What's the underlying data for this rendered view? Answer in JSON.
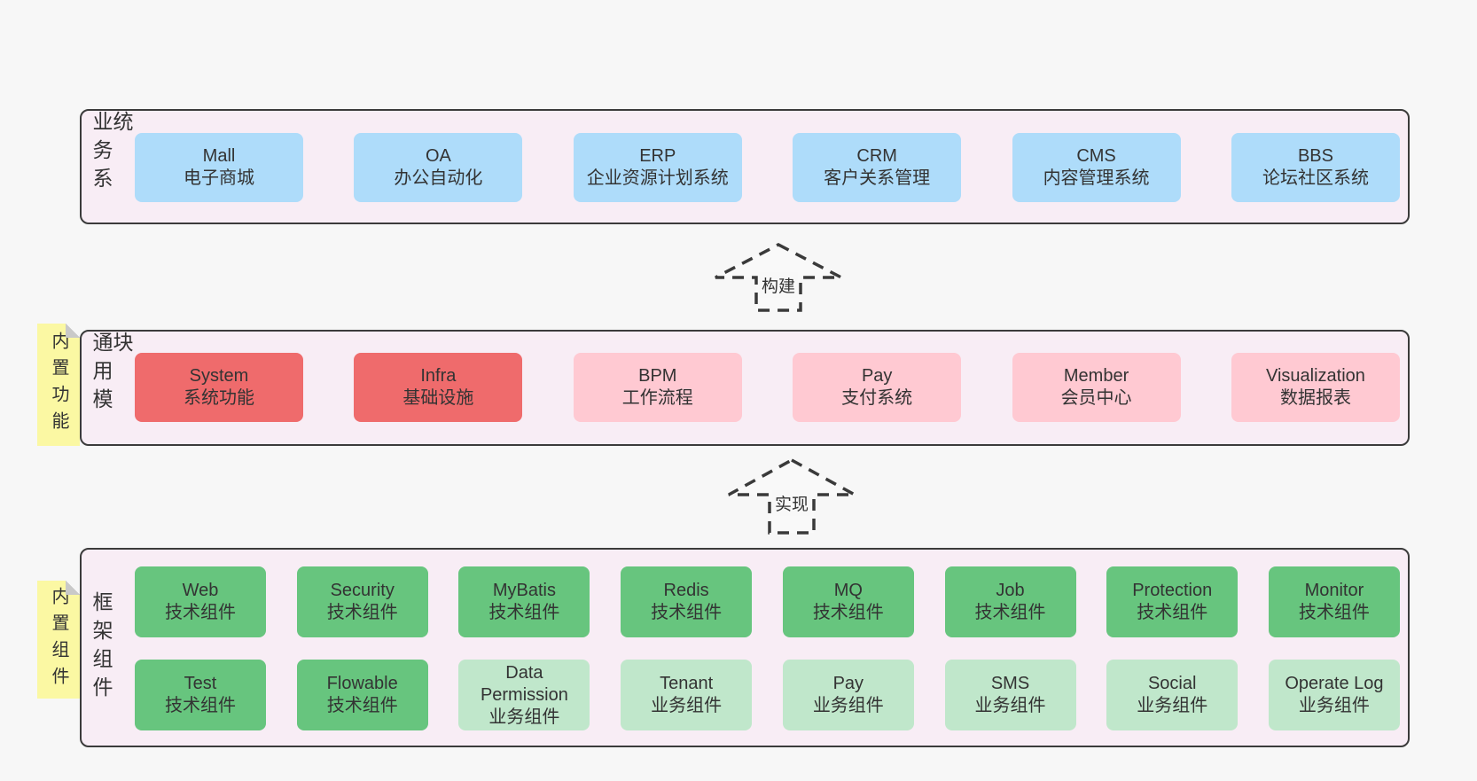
{
  "colors": {
    "page_bg": "#f7f7f7",
    "section_bg": "#f8edf5",
    "section_border": "#3b3b3b",
    "blue_card": "#aedcfa",
    "red_card": "#ef6b6c",
    "pink_card": "#ffc9d2",
    "green_card": "#67c57e",
    "light_green_card": "#c0e7cb",
    "sticky_yellow": "#fbf8a3",
    "text": "#333333"
  },
  "arrows": {
    "build": "构建",
    "implement": "实现"
  },
  "sections": {
    "business": {
      "label": "业务系统",
      "boxes": [
        {
          "title": "Mall",
          "subtitle": "电子商城"
        },
        {
          "title": "OA",
          "subtitle": "办公自动化"
        },
        {
          "title": "ERP",
          "subtitle": "企业资源计划系统"
        },
        {
          "title": "CRM",
          "subtitle": "客户关系管理"
        },
        {
          "title": "CMS",
          "subtitle": "内容管理系统"
        },
        {
          "title": "BBS",
          "subtitle": "论坛社区系统"
        }
      ]
    },
    "common": {
      "label": "通用模块",
      "sticky": "内置功能",
      "boxes": [
        {
          "title": "System",
          "subtitle": "系统功能",
          "variant": "red"
        },
        {
          "title": "Infra",
          "subtitle": "基础设施",
          "variant": "red"
        },
        {
          "title": "BPM",
          "subtitle": "工作流程",
          "variant": "pink"
        },
        {
          "title": "Pay",
          "subtitle": "支付系统",
          "variant": "pink"
        },
        {
          "title": "Member",
          "subtitle": "会员中心",
          "variant": "pink"
        },
        {
          "title": "Visualization",
          "subtitle": "数据报表",
          "variant": "pink"
        }
      ]
    },
    "framework": {
      "label": "框架组件",
      "sticky": "内置组件",
      "row1": [
        {
          "title": "Web",
          "subtitle": "技术组件",
          "variant": "green"
        },
        {
          "title": "Security",
          "subtitle": "技术组件",
          "variant": "green"
        },
        {
          "title": "MyBatis",
          "subtitle": "技术组件",
          "variant": "green"
        },
        {
          "title": "Redis",
          "subtitle": "技术组件",
          "variant": "green"
        },
        {
          "title": "MQ",
          "subtitle": "技术组件",
          "variant": "green"
        },
        {
          "title": "Job",
          "subtitle": "技术组件",
          "variant": "green"
        },
        {
          "title": "Protection",
          "subtitle": "技术组件",
          "variant": "green"
        },
        {
          "title": "Monitor",
          "subtitle": "技术组件",
          "variant": "green"
        }
      ],
      "row2": [
        {
          "title": "Test",
          "subtitle": "技术组件",
          "variant": "green"
        },
        {
          "title": "Flowable",
          "subtitle": "技术组件",
          "variant": "green"
        },
        {
          "title": "Data Permission",
          "subtitle": "业务组件",
          "variant": "light-green"
        },
        {
          "title": "Tenant",
          "subtitle": "业务组件",
          "variant": "light-green"
        },
        {
          "title": "Pay",
          "subtitle": "业务组件",
          "variant": "light-green"
        },
        {
          "title": "SMS",
          "subtitle": "业务组件",
          "variant": "light-green"
        },
        {
          "title": "Social",
          "subtitle": "业务组件",
          "variant": "light-green"
        },
        {
          "title": "Operate Log",
          "subtitle": "业务组件",
          "variant": "light-green"
        }
      ]
    }
  }
}
